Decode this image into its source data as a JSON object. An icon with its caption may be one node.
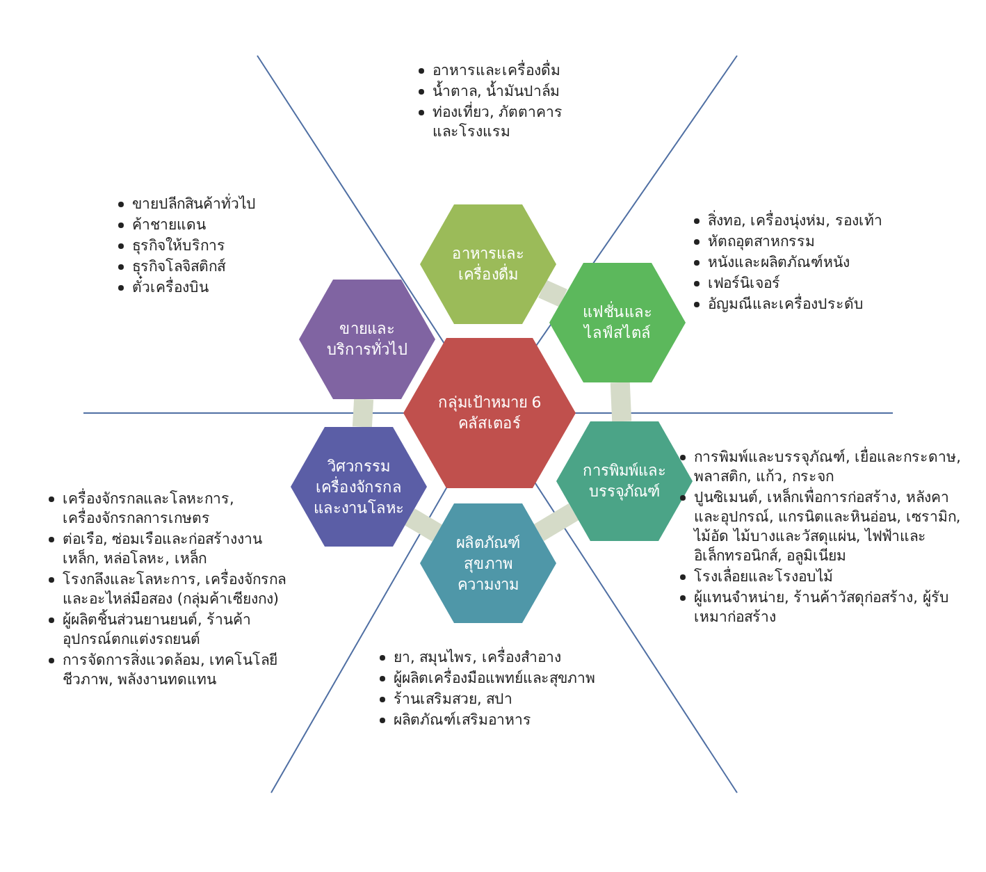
{
  "diagram": {
    "nodes": [
      {
        "text": [
          "กลุ่มเป้าหมาย 6 คลัสเตอร์"
        ]
      },
      {
        "text": [
          "อาหารและเครื่องดื่ม"
        ],
        "beside": [
          "อาหารและเครื่องดื่ม",
          "น้ำตาล, น้ำมันปาล์ม",
          "ท่องเที่ยว, ภัตตาคารและโรงแรม"
        ]
      },
      {
        "text": [
          "แฟชั่นและไลฟ์สไตล์"
        ],
        "beside": [
          "สิ่งทอ, เครื่องนุ่งห่ม, รองเท้า",
          "หัตถอุตสาหกรรม",
          "หนังและผลิตภัณฑ์หนัง",
          "เฟอร์นิเจอร์",
          "อัญมณีและเครื่องประดับ"
        ]
      },
      {
        "text": [
          "การพิมพ์และบรรจุภัณฑ์"
        ],
        "beside": [
          "การพิมพ์และบรรจุภัณฑ์, เยื่อและกระดาษ, พลาสติก, แก้ว, กระจก",
          "ปูนซิเมนต์, เหล็กเพื่อการก่อสร้าง, หลังคาและอุปกรณ์, แกรนิตและหินอ่อน, เซรามิก, ไม้อัด ไม้บางและวัสดุแผ่น, ไฟฟ้าและอิเล็กทรอนิกส์, อลูมิเนียม",
          "โรงเลื่อยและโรงอบไม้",
          "ผู้แทนจำหน่าย, ร้านค้าวัสดุก่อสร้าง, ผู้รับเหมาก่อสร้าง"
        ]
      },
      {
        "text": [
          "ผลิตภัณฑ์สุขภาพความงาม"
        ],
        "beside": [
          "ยา, สมุนไพร, เครื่องสำอาง",
          "ผู้ผลิตเครื่องมือแพทย์และสุขภาพ",
          "ร้านเสริมสวย, สปา",
          "ผลิตภัณฑ์เสริมอาหาร"
        ]
      },
      {
        "text": [
          "วิศวกรรมเครื่องจักรกลและงานโลหะ"
        ],
        "beside": [
          "เครื่องจักรกลและโลหะการ, เครื่องจักรกลการเกษตร",
          "ต่อเรือ, ซ่อมเรือและก่อสร้างงานเหล็ก, หล่อโลหะ, เหล็ก",
          "โรงกลึงและโลหะการ, เครื่องจักรกลและอะไหล่มือสอง (กลุ่มค้าเซียงกง)",
          "ผู้ผลิตชิ้นส่วนยานยนต์, ร้านค้าอุปกรณ์ตกแต่งรถยนต์",
          "การจัดการสิ่งแวดล้อม, เทคโนโลยีชีวภาพ, พลังงานทดแทน"
        ]
      },
      {
        "text": [
          "ขายและบริการทั่วไป"
        ],
        "beside": [
          "ขายปลีกสินค้าทั่วไป",
          "ค้าชายแดน",
          "ธุรกิจให้บริการ",
          "ธุรกิจโลจิสติกส์",
          "ตั๋วเครื่องบิน"
        ]
      }
    ],
    "edges": [
      {
        "from": 1,
        "to": 2,
        "arrow": "none"
      },
      {
        "from": 2,
        "to": 3,
        "arrow": "none"
      },
      {
        "from": 3,
        "to": 4,
        "arrow": "none"
      },
      {
        "from": 4,
        "to": 5,
        "arrow": "none"
      },
      {
        "from": 5,
        "to": 6,
        "arrow": "none"
      }
    ]
  }
}
